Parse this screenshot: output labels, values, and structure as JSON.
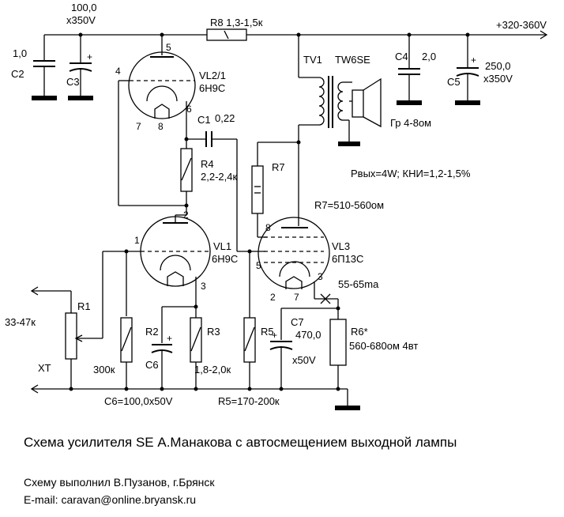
{
  "title": "Схема усилителя SE А.Манакова с автосмещением выходной лампы",
  "credit": "Схему выполнил В.Пузанов, г.Брянск",
  "email": "E-mail: caravan@online.bryansk.ru",
  "labels": {
    "c3_value": "100,0",
    "c3_voltage": "x350V",
    "c2_value": "1,0",
    "c2_name": "C2",
    "c3_name": "C3",
    "r8": "R8 1,3-1,5к",
    "supply": "+320-360V",
    "tv1": "TV1",
    "tw6se": "TW6SE",
    "c4": "C4",
    "c4_value": "2,0",
    "c5_value": "250,0",
    "c5_voltage": "x350V",
    "c5_name": "C5",
    "speaker": "Гр 4-8ом",
    "vl2_name": "VL2/1",
    "vl2_type": "6Н9С",
    "c1": "C1",
    "c1_value": "0,22",
    "r4": "R4",
    "r4_value": "2,2-2,4к",
    "r7": "R7",
    "r7_value": "R7=510-560ом",
    "specs": "Рвых=4W; КНИ=1,2-1,5%",
    "vl1_name": "VL1",
    "vl1_type": "6Н9С",
    "vl3_name": "VL3",
    "vl3_type": "6П13С",
    "current": "55-65mа",
    "r1": "R1",
    "r1_value": "33-47к",
    "xt": "ХТ",
    "r2": "R2",
    "r2_value": "300к",
    "c6": "C6",
    "c6_value": "C6=100,0x50V",
    "r3": "R3",
    "r3_value": "1,8-2,0к",
    "r5": "R5",
    "r5_value": "R5=170-200к",
    "c7": "C7",
    "c7_value": "470,0",
    "c7_voltage": "x50V",
    "r6": "R6*",
    "r6_value": "560-680ом 4вт",
    "pin_5_top": "5",
    "pin_4": "4",
    "pin_7_top": "7",
    "pin_8_top": "8",
    "pin_6": "6",
    "pin_2": "2",
    "pin_1": "1",
    "pin_3": "3",
    "pin_8_vl3": "8",
    "pin_5_vl3": "5",
    "pin_3_vl3": "3",
    "pin_2_vl3": "2",
    "pin_7_vl3": "7"
  }
}
